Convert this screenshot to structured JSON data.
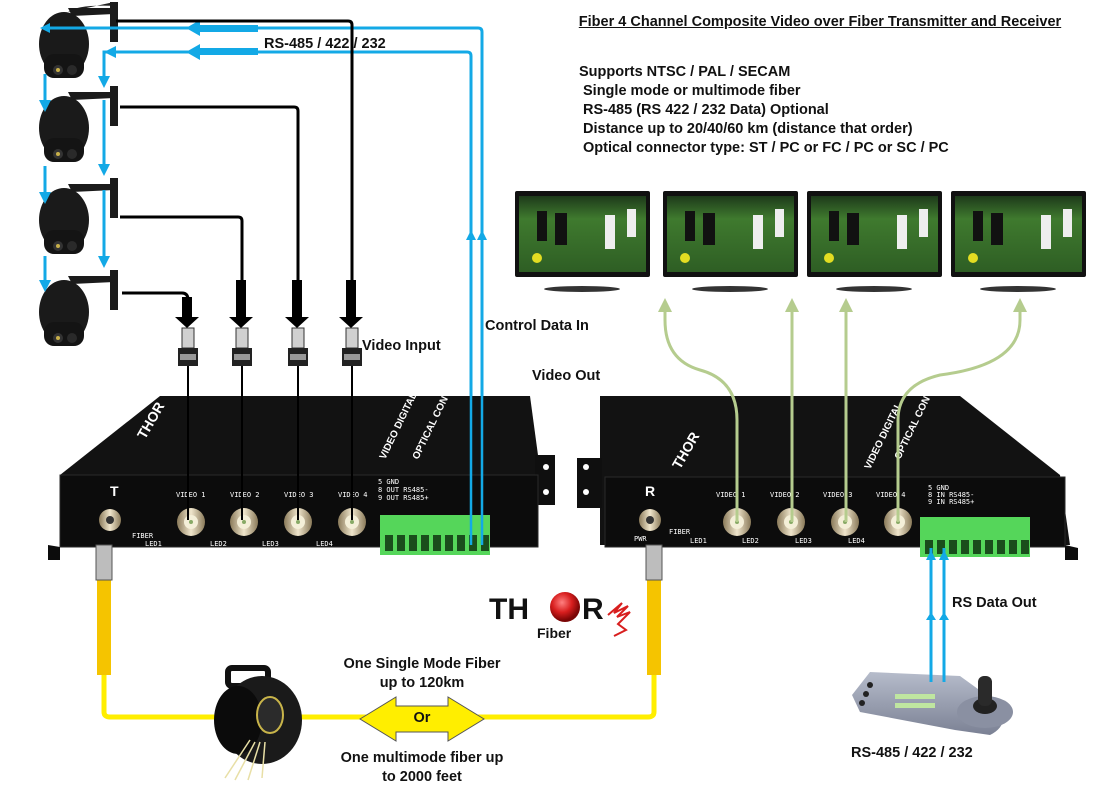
{
  "header": {
    "title": "Fiber 4 Channel Composite Video over Fiber Transmitter and Receiver",
    "features": [
      "Supports NTSC / PAL / SECAM",
      "Single mode or multimode fiber",
      "RS-485 (RS 422 / 232 Data) Optional",
      "Distance up to 20/40/60 km (distance that order)",
      "Optical connector type: ST / PC or FC / PC or SC / PC"
    ]
  },
  "labels": {
    "rs_top": "RS-485 / 422 / 232",
    "video_input": "Video  Input",
    "control_data_in": "Control Data In",
    "video_out": "Video Out",
    "rs_data_out": "RS Data Out",
    "rs_bottom": "RS-485 / 422 / 232",
    "single_mode_line1": "One Single Mode Fiber",
    "single_mode_line2": "up to 120km",
    "or": "Or",
    "multimode_line1": "One multimode fiber up",
    "multimode_line2": "to 2000 feet"
  },
  "brand": {
    "name_left": "TH",
    "name_right": "R",
    "sub": "Fiber"
  },
  "transmitter": {
    "letter": "T",
    "model_line1": "VIDEO DIGITAL",
    "model_line2": "OPTICAL CONVERTER",
    "ports": [
      "VIDEO 1",
      "VIDEO 2",
      "VIDEO 3",
      "VIDEO 4"
    ],
    "leds": [
      "LED1",
      "LED2",
      "LED3",
      "LED4"
    ],
    "fiber_label": "FIBER",
    "pins": [
      "5 GND",
      "8 OUT RS485-",
      "9 OUT RS485+"
    ]
  },
  "receiver": {
    "letter": "R",
    "model_line1": "VIDEO DIGITAL",
    "model_line2": "OPTICAL CONVERTER",
    "ports": [
      "VIDEO 1",
      "VIDEO 2",
      "VIDEO 3",
      "VIDEO 4"
    ],
    "leds": [
      "LED1",
      "LED2",
      "LED3",
      "LED4"
    ],
    "fiber_label": "FIBER",
    "pwr_label": "PWR",
    "pins": [
      "5 GND",
      "8 IN RS485-",
      "9 IN RS485+"
    ]
  },
  "colors": {
    "rs_line": "#13a9e6",
    "video_out_line": "#b5cc8e",
    "fiber": "#ffee00",
    "terminal": "#55d65a",
    "device": "#111111",
    "brand_red": "#d81e1e"
  },
  "monitors": 4,
  "cameras": 4
}
